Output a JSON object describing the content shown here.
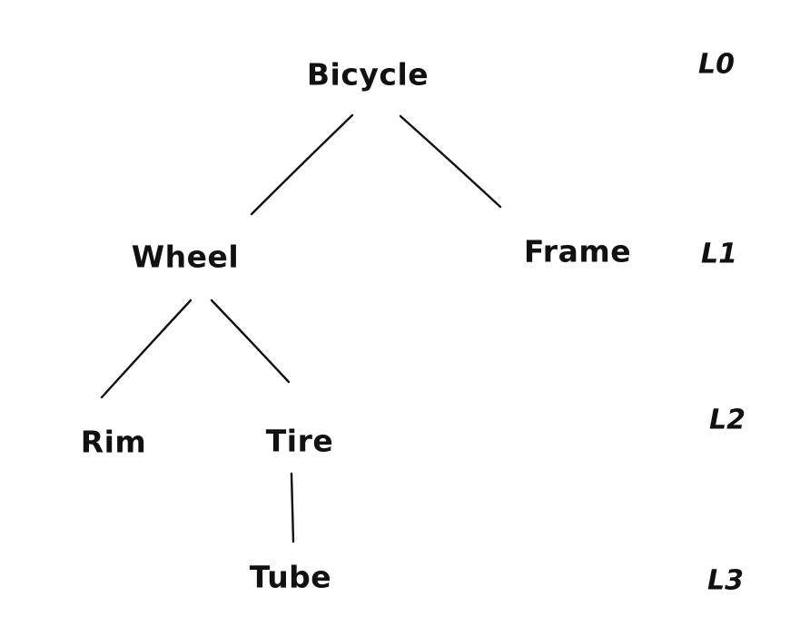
{
  "diagram": {
    "type": "tree",
    "description": "Hand-drawn component hierarchy of a bicycle with depth level labels",
    "colors": {
      "ink": "#111111",
      "background": "#ffffff"
    },
    "nodes": [
      {
        "id": "bicycle",
        "label": "Bicycle",
        "level": "L0",
        "parent": null
      },
      {
        "id": "wheel",
        "label": "Wheel",
        "level": "L1",
        "parent": "bicycle"
      },
      {
        "id": "frame",
        "label": "Frame",
        "level": "L1",
        "parent": "bicycle"
      },
      {
        "id": "rim",
        "label": "Rim",
        "level": "L2",
        "parent": "wheel"
      },
      {
        "id": "tire",
        "label": "Tire",
        "level": "L2",
        "parent": "wheel"
      },
      {
        "id": "tube",
        "label": "Tube",
        "level": "L3",
        "parent": "tire"
      }
    ],
    "edges": [
      {
        "from": "bicycle",
        "to": "wheel"
      },
      {
        "from": "bicycle",
        "to": "frame"
      },
      {
        "from": "wheel",
        "to": "rim"
      },
      {
        "from": "wheel",
        "to": "tire"
      },
      {
        "from": "tire",
        "to": "tube"
      }
    ],
    "levels": [
      {
        "label": "L0"
      },
      {
        "label": "L1"
      },
      {
        "label": "L2"
      },
      {
        "label": "L3"
      }
    ]
  }
}
